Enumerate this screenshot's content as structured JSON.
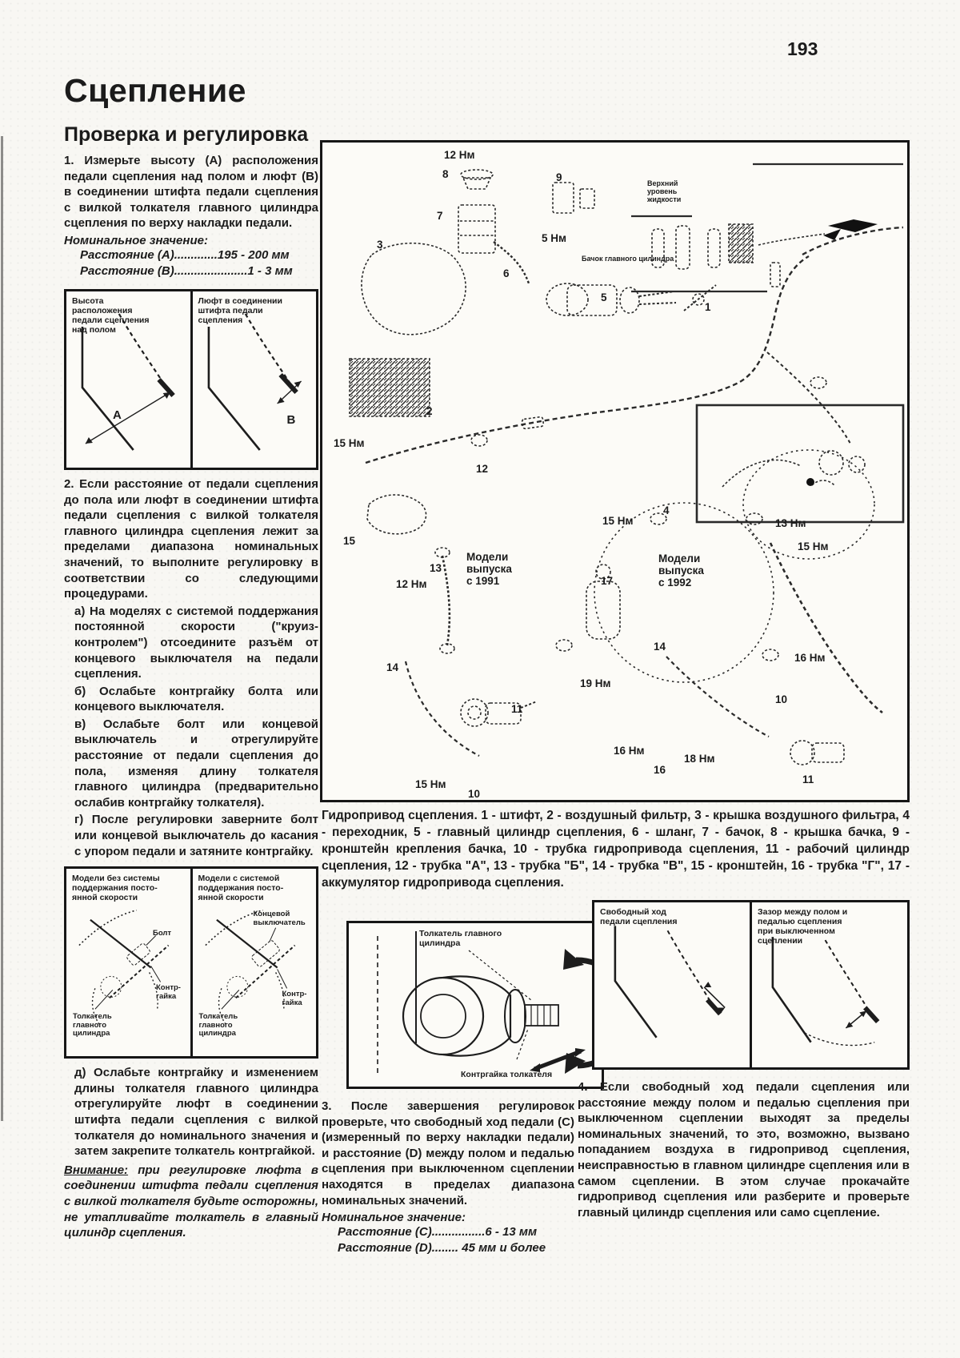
{
  "page_number": "193",
  "title": "Сцепление",
  "section_heading": "Проверка и регулировка",
  "left": {
    "para1": "1. Измерьте высоту (А) расположения педали сцепления над полом и люфт (В) в соединении штифта педали сцепления с вилкой толкателя главного цилиндра сцепления по верху накладки педали.",
    "spec1_label": "Номинальное значение:",
    "spec1_line1": "Расстояние (А).............195 - 200 мм",
    "spec1_line2": "Расстояние (В)......................1 - 3 мм",
    "fig1": {
      "left_caption": "Высота\nрасположения\nпедали сцепления\nнад полом",
      "left_letter": "А",
      "right_caption": "Люфт в соединении\nштифта педали\nсцепления",
      "right_letter": "В"
    },
    "para2": "2. Если расстояние от педали сцепления до пола или люфт в соединении штифта педали сцепления с вилкой толкателя главного цилиндра сцепления лежит за пределами диапазона номинальных значений, то выполните регулировку в соответствии со следующими процедурами.",
    "item_a": "а) На моделях с системой поддержания постоянной скорости (\"круиз-контролем\") отсоедините разъём от концевого выключателя на педали сцепления.",
    "item_b": "б) Ослабьте контргайку болта или концевого выключателя.",
    "item_v": "в) Ослабьте болт или концевой выключатель и отрегулируйте расстояние от педали сцепления до пола, изменяя длину толкателя главного цилиндра (предварительно ослабив контргайку толкателя).",
    "item_g": "г) После регулировки заверните болт или концевой выключатель до касания с упором педали и затяните контргайку.",
    "fig2": {
      "left_caption": "Модели без системы\nподдержания посто-\nянной скорости",
      "right_caption": "Модели с системой\nподдержания посто-\nянной скорости",
      "left_labels": {
        "bolt": "Болт",
        "locknut": "Контр-\nгайка",
        "pushrod": "Толкатель\nглавного\nцилиндра"
      },
      "right_labels": {
        "switch": "Концевой\nвыключатель",
        "locknut": "Контр-\nгайка",
        "pushrod": "Толкатель\nглавного\nцилиндра"
      }
    },
    "item_d": "д) Ослабьте контргайку и изменением длины толкателя главного цилиндра отрегулируйте люфт в соединении штифта педали сцепления с вилкой толкателя до номинального значения и затем закрепите толкатель контргайкой.",
    "warning_label": "Внимание:",
    "warning_text": " при регулировке люфта в соединении штифта педали сцепления с вилкой толкателя будьте осторожны, не утапливайте толкатель в главный цилиндр сцепления."
  },
  "diagram": {
    "labels": [
      "12 Нм",
      "8",
      "9",
      "7",
      "5 Нм",
      "3",
      "6",
      "5",
      "1",
      "2",
      "15 Нм",
      "12",
      "4",
      "15 Нм",
      "13 Нм",
      "15 Нм",
      "17",
      "15",
      "13",
      "12 Нм",
      "16 Нм",
      "19 Нм",
      "14",
      "14",
      "10",
      "16 Нм",
      "16",
      "18 Нм",
      "15 Нм",
      "10",
      "11",
      "11",
      "Модели\nвыпуска\nс 1991",
      "Модели\nвыпуска\nс 1992",
      "Верхний\nуровень\nжидкости",
      "Бачок главного цилиндра"
    ],
    "caption": "Гидропривод сцепления. 1 - штифт, 2 - воздушный фильтр, 3 - крышка воздушного фильтра, 4 - переходник, 5 - главный цилиндр сцепления, 6 - шланг, 7 - бачок, 8 - крышка бачка, 9 - кронштейн крепления бачка, 10 - трубка гидропривода сцепления, 11 - рабочий цилиндр сцепления, 12 - трубка \"А\", 13 - трубка \"Б\", 14 - трубка \"В\", 15 - кронштейн, 16 - трубка \"Г\", 17 - аккумулятор гидропривода сцепления."
  },
  "fig3": {
    "label_top": "Толкатель главного\nцилиндра",
    "label_bottom": "Контргайка толкателя"
  },
  "fig4": {
    "left_caption": "Свободный ход\nпедали сцепления",
    "right_caption": "Зазор между полом и\nпедалью сцепления\nпри выключенном\nсцеплении"
  },
  "step3": {
    "para": "3. После завершения регулировок проверьте, что свободный ход педали (С) (измеренный по верху накладки педали) и расстояние (D) между полом и педалью сцепления при выключенном сцеплении находятся в пределах диапазона номинальных значений.",
    "spec_label": "Номинальное значение:",
    "spec_line1": "Расстояние (С)................6 - 13 мм",
    "spec_line2": "Расстояние (D)........ 45 мм и более"
  },
  "step4": {
    "para": "4. Если свободный ход педали сцепления или расстояние между полом и педалью сцепления при выключенном сцеплении выходят за пределы номинальных значений, то это, возможно, вызвано попаданием воздуха в гидропривод сцепления, неисправностью в главном цилиндре сцепления или в самом сцеплении. В этом случае прокачайте гидропривод сцепления или разберите и проверьте главный цилиндр сцепления или само сцепление."
  }
}
